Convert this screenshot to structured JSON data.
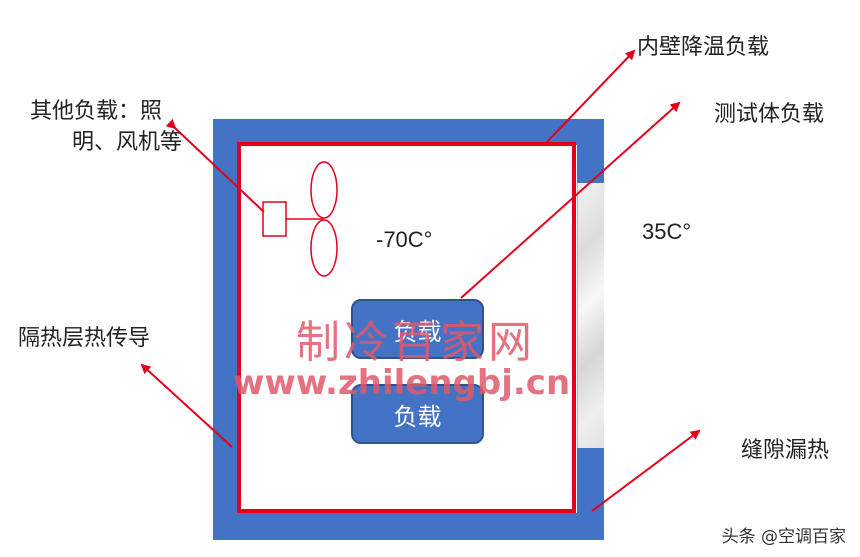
{
  "labels": {
    "inner_wall_cooling": "内壁降温负载",
    "test_body_load": "测试体负载",
    "other_load_line1": "其他负载：照",
    "other_load_line2": "明、风机等",
    "insulation_conduction": "隔热层热传导",
    "gap_leakage": "缝隙漏热"
  },
  "temperatures": {
    "inside": "-70C°",
    "outside": "35C°"
  },
  "loads": {
    "load1": "负载",
    "load2": "负载"
  },
  "watermark": {
    "cn": "制冷百家网",
    "url": "www.zhilengbj.cn"
  },
  "credit": "头条 @空调百家",
  "colors": {
    "wall": "#4472c4",
    "inner_outline": "#e3001b",
    "arrow": "#e3001b",
    "load_fill": "#4472c4",
    "watermark": "#e05a6a"
  }
}
